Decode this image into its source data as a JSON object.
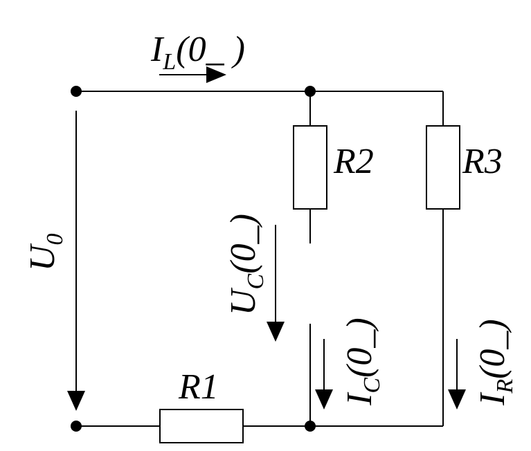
{
  "circuit": {
    "resistors": [
      {
        "id": "R1",
        "label": "R1"
      },
      {
        "id": "R2",
        "label": "R2"
      },
      {
        "id": "R3",
        "label": "R3"
      }
    ],
    "quantities": {
      "source_voltage": {
        "main": "U",
        "sub": "0",
        "rest": ""
      },
      "inductor_current": {
        "main": "I",
        "sub": "L",
        "rest": "(0_ )"
      },
      "capacitor_voltage": {
        "main": "U",
        "sub": "C",
        "rest": "(0_)"
      },
      "capacitor_current": {
        "main": "I",
        "sub": "C",
        "rest": "(0_)"
      },
      "resistor_current": {
        "main": "I",
        "sub": "R",
        "rest": "(0_)"
      }
    }
  }
}
